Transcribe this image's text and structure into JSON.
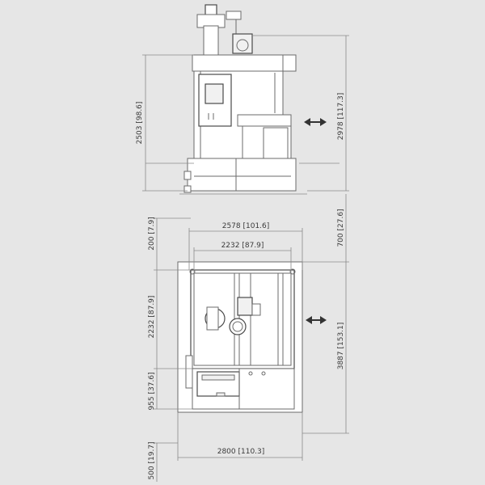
{
  "dimensions": {
    "elevation_height": "2503 [98.6]",
    "total_height": "2978 [117.3]",
    "floor_offset": "700 [27.6]",
    "top_clearance": "200 [7.9]",
    "outer_width": "2578 [101.6]",
    "inner_width": "2232 [87.9]",
    "inner_depth": "2232 [87.9]",
    "door_depth": "955 [37.6]",
    "total_depth": "3887 [153.1]",
    "footprint_width": "2800 [110.3]",
    "front_clearance": "500 [19.7]"
  },
  "icons": {
    "elevation_arrow": "double-arrow-icon",
    "plan_arrow": "double-arrow-icon"
  },
  "colors": {
    "background": "#e6e6e6",
    "line": "#6b6b6b",
    "text": "#3a3a3a"
  }
}
